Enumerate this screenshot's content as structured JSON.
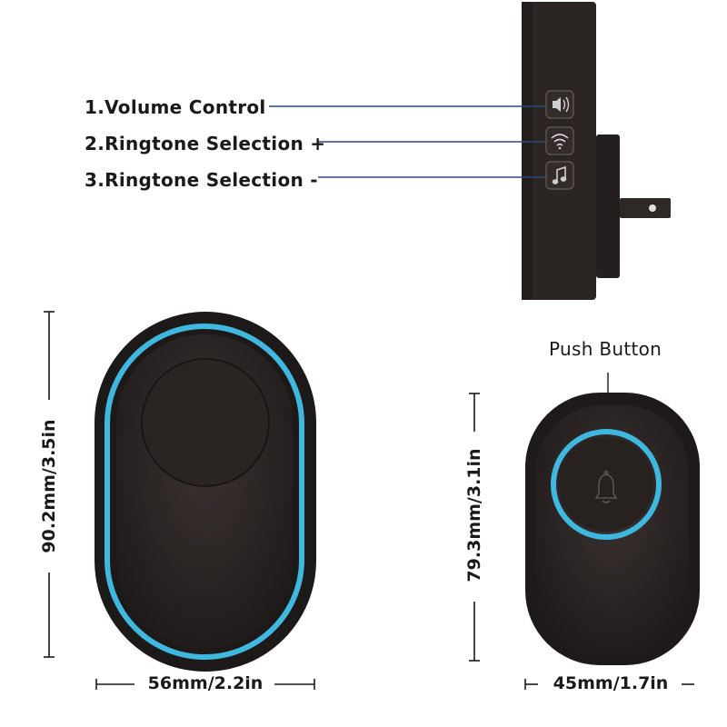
{
  "callouts": {
    "volume": "1.Volume Control",
    "ringtone_plus": "2.Ringtone Selection +",
    "ringtone_minus": "3.Ringtone Selection -"
  },
  "push_button_label": "Push Button",
  "dimensions": {
    "receiver_height": "90.2mm/3.5in",
    "receiver_width": "56mm/2.2in",
    "button_height": "79.3mm/3.1in",
    "button_width": "45mm/1.7in"
  },
  "colors": {
    "accent_glow": "#3fb8e0",
    "device_body": "#2a2524",
    "callout_line": "#2a4a7a"
  },
  "icons": [
    "speaker-icon",
    "wifi-icon",
    "music-note-icon",
    "bell-icon"
  ]
}
